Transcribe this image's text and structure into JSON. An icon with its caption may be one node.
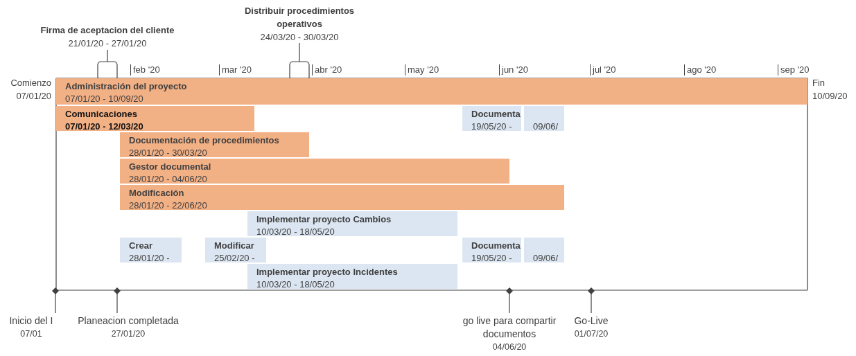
{
  "diagram": {
    "nodes": [
      {
        "text": [
          "Firma de aceptacion del cliente",
          "21/01/20 - 27/01/20"
        ]
      },
      {
        "text": [
          "Distribuir procedimientos operativos",
          "24/03/20 - 30/03/20"
        ]
      },
      {
        "text": [
          "Administración del proyecto",
          "07/01/20 - 10/09/20"
        ]
      },
      {
        "text": [
          "Comunicaciones",
          "07/01/20 - 12/03/20"
        ]
      },
      {
        "text": [
          "Documenta",
          "19/05/20 -"
        ]
      },
      {
        "text": [
          "09/06/"
        ]
      },
      {
        "text": [
          "Documentación de procedimientos",
          "28/01/20 - 30/03/20"
        ]
      },
      {
        "text": [
          "Gestor documental",
          "28/01/20 - 04/06/20"
        ]
      },
      {
        "text": [
          "Modificación",
          "28/01/20 - 22/06/20"
        ]
      },
      {
        "text": [
          "Implementar proyecto Cambios",
          "10/03/20 - 18/05/20"
        ]
      },
      {
        "text": [
          "Crear",
          "28/01/20 -"
        ]
      },
      {
        "text": [
          "Modificar",
          "25/02/20 -"
        ]
      },
      {
        "text": [
          "Documenta",
          "19/05/20 -"
        ]
      },
      {
        "text": [
          "09/06/"
        ]
      },
      {
        "text": [
          "Implementar proyecto Incidentes",
          "10/03/20 - 18/05/20"
        ]
      },
      {
        "text": [
          "Inicio del I",
          "07/01"
        ]
      },
      {
        "text": [
          "Planeacion completada",
          "27/01/20"
        ]
      },
      {
        "text": [
          "go live para compartir documentos",
          "04/06/20"
        ]
      },
      {
        "text": [
          "Go-Live",
          "01/07/20"
        ]
      }
    ],
    "labels": [
      "feb '20",
      "mar '20",
      "abr '20",
      "may '20",
      "jun '20",
      "jul '20",
      "ago '20",
      "sep '20",
      "Comienzo 07/01/20",
      "Fin 10/09/20"
    ]
  }
}
